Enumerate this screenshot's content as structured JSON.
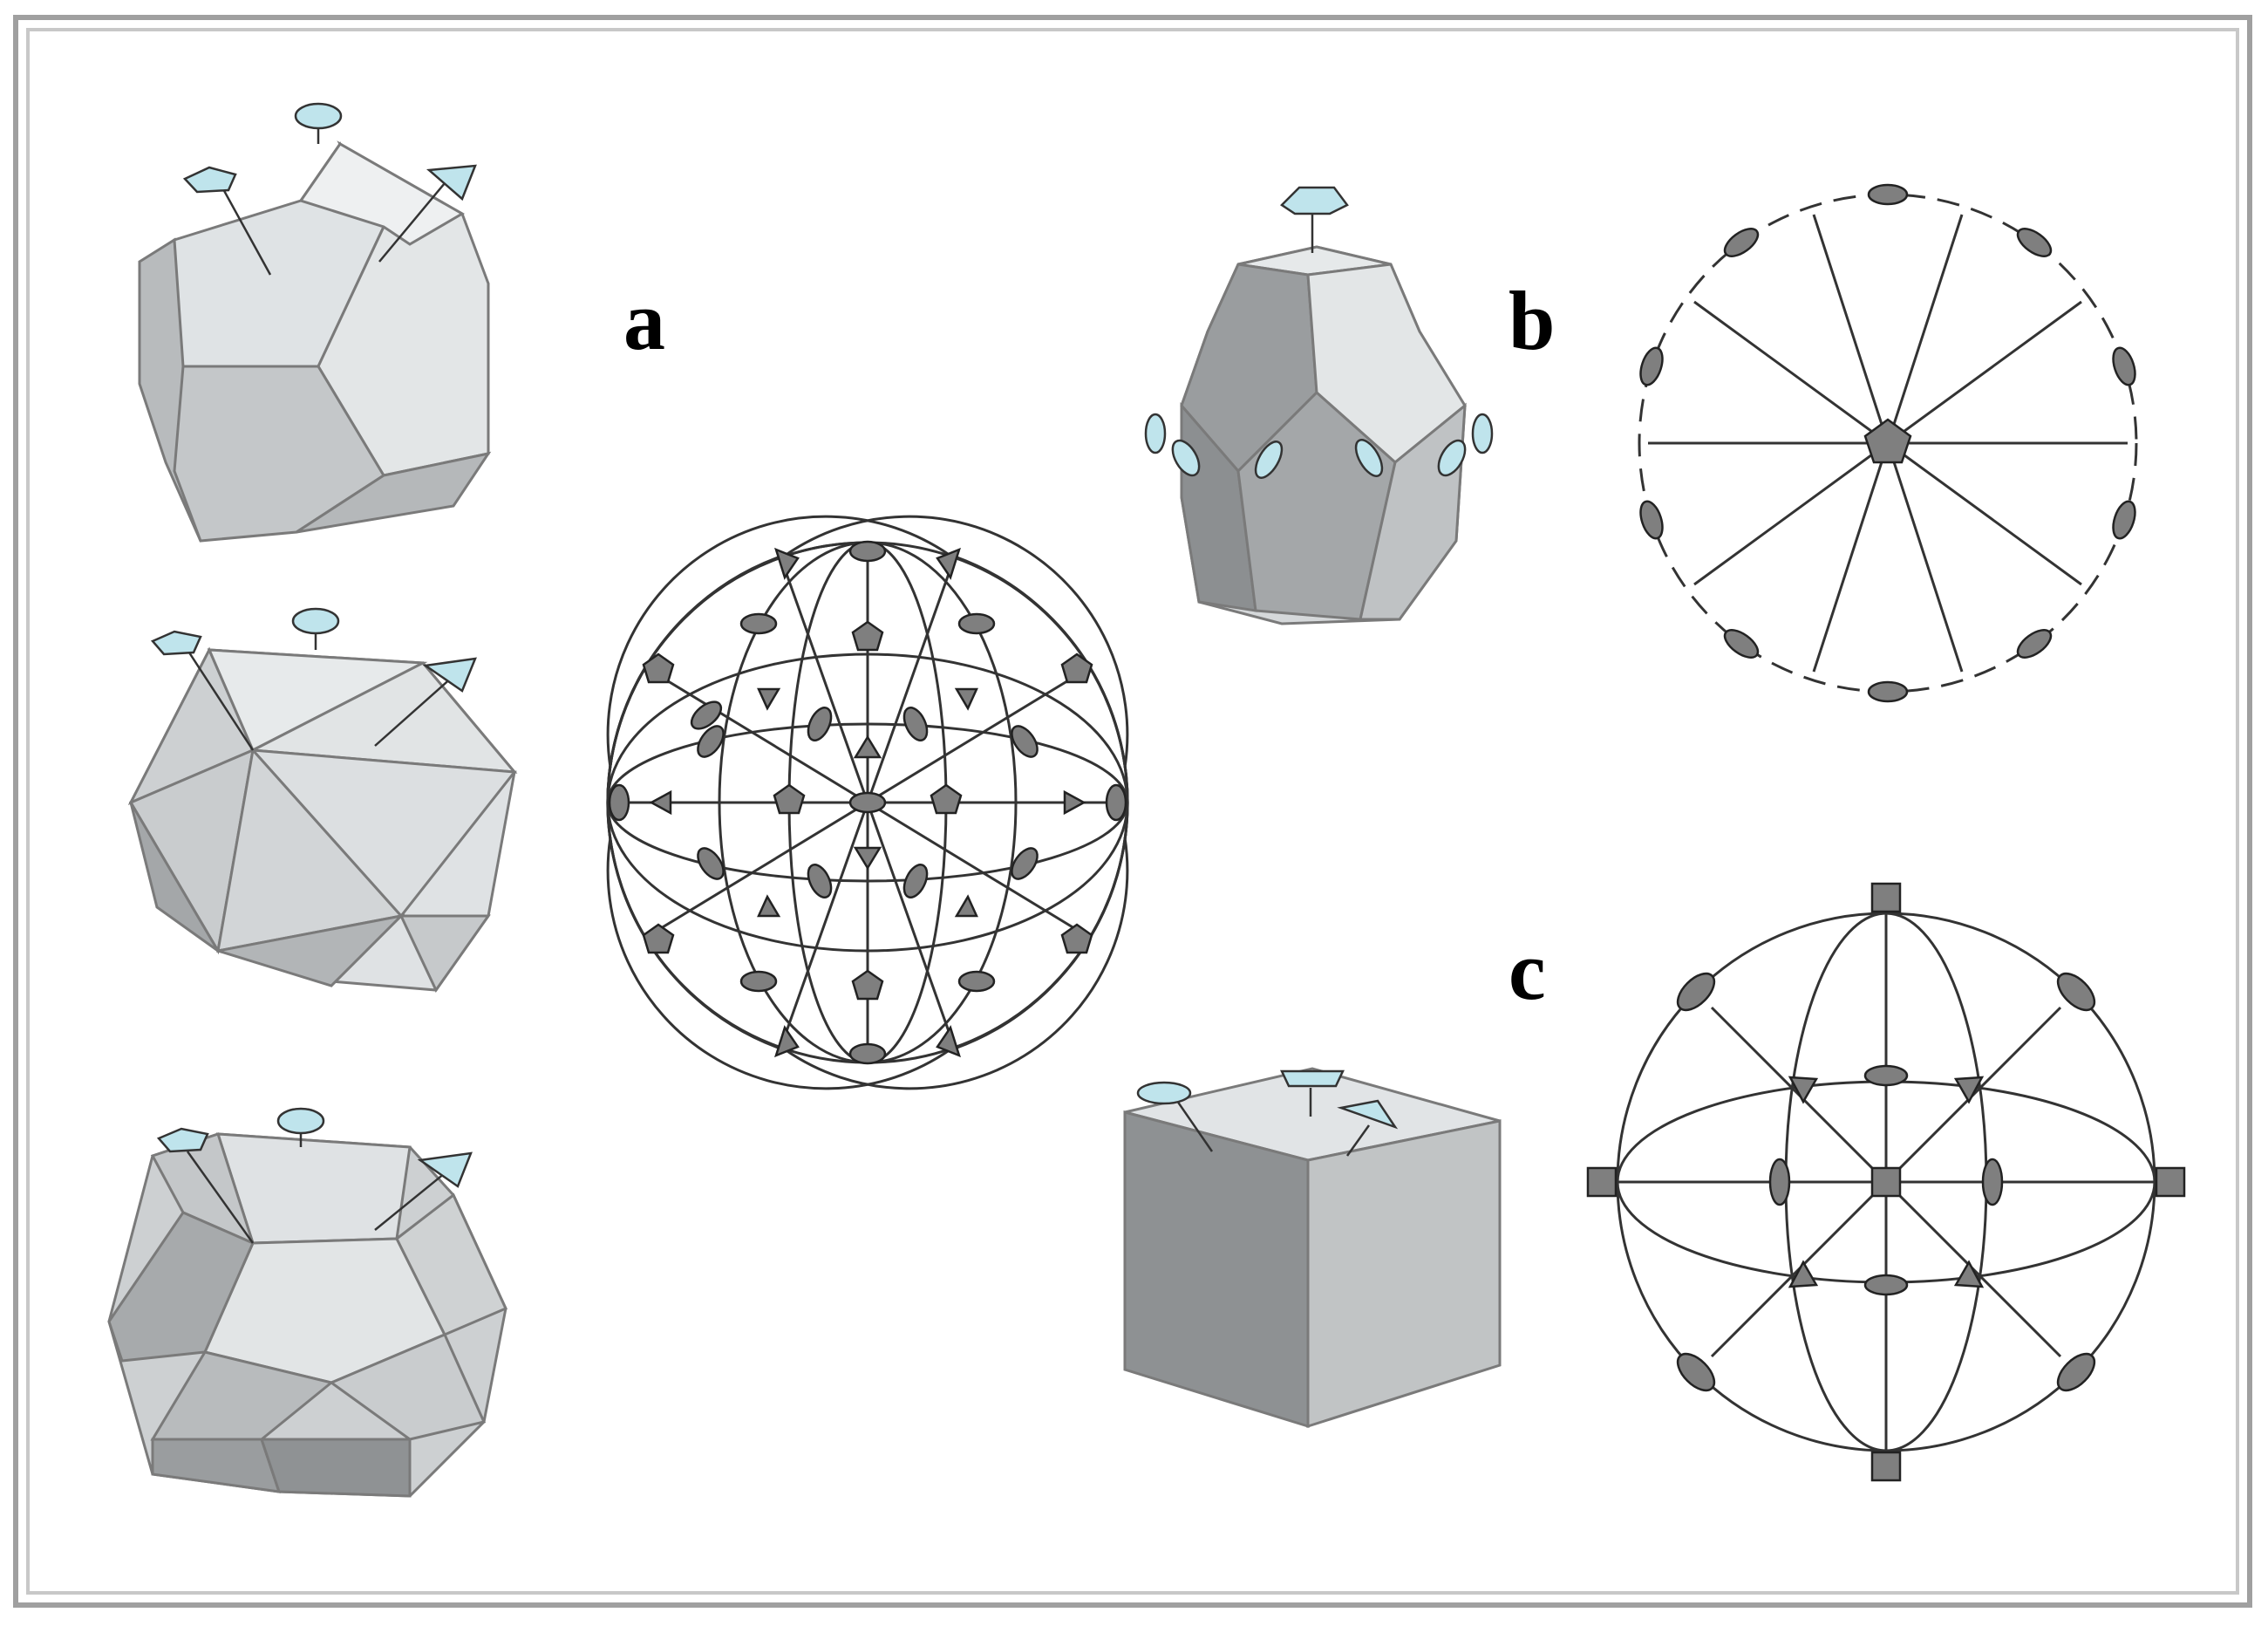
{
  "labels": {
    "a": "a",
    "b": "b",
    "c": "c"
  },
  "colors": {
    "symbol_fill": "#bfe4ec",
    "symbol_dark": "#7f7f7f",
    "face_light": "#e4e7e8",
    "face_mid": "#cfd2d3",
    "face_dark": "#9a9d9f",
    "border": "#a9a9a9"
  },
  "panels": [
    {
      "id": "a",
      "symmetry_axes": [
        "2-fold",
        "3-fold",
        "5-fold"
      ],
      "solids": [
        "dodecahedron",
        "icosahedron",
        "rhombic-triacontahedron"
      ]
    },
    {
      "id": "b",
      "symmetry_axes": [
        "2-fold",
        "5-fold"
      ],
      "solids": [
        "pentagonal-prism-bipyramid"
      ]
    },
    {
      "id": "c",
      "symmetry_axes": [
        "2-fold",
        "3-fold",
        "4-fold"
      ],
      "solids": [
        "cube"
      ]
    }
  ]
}
